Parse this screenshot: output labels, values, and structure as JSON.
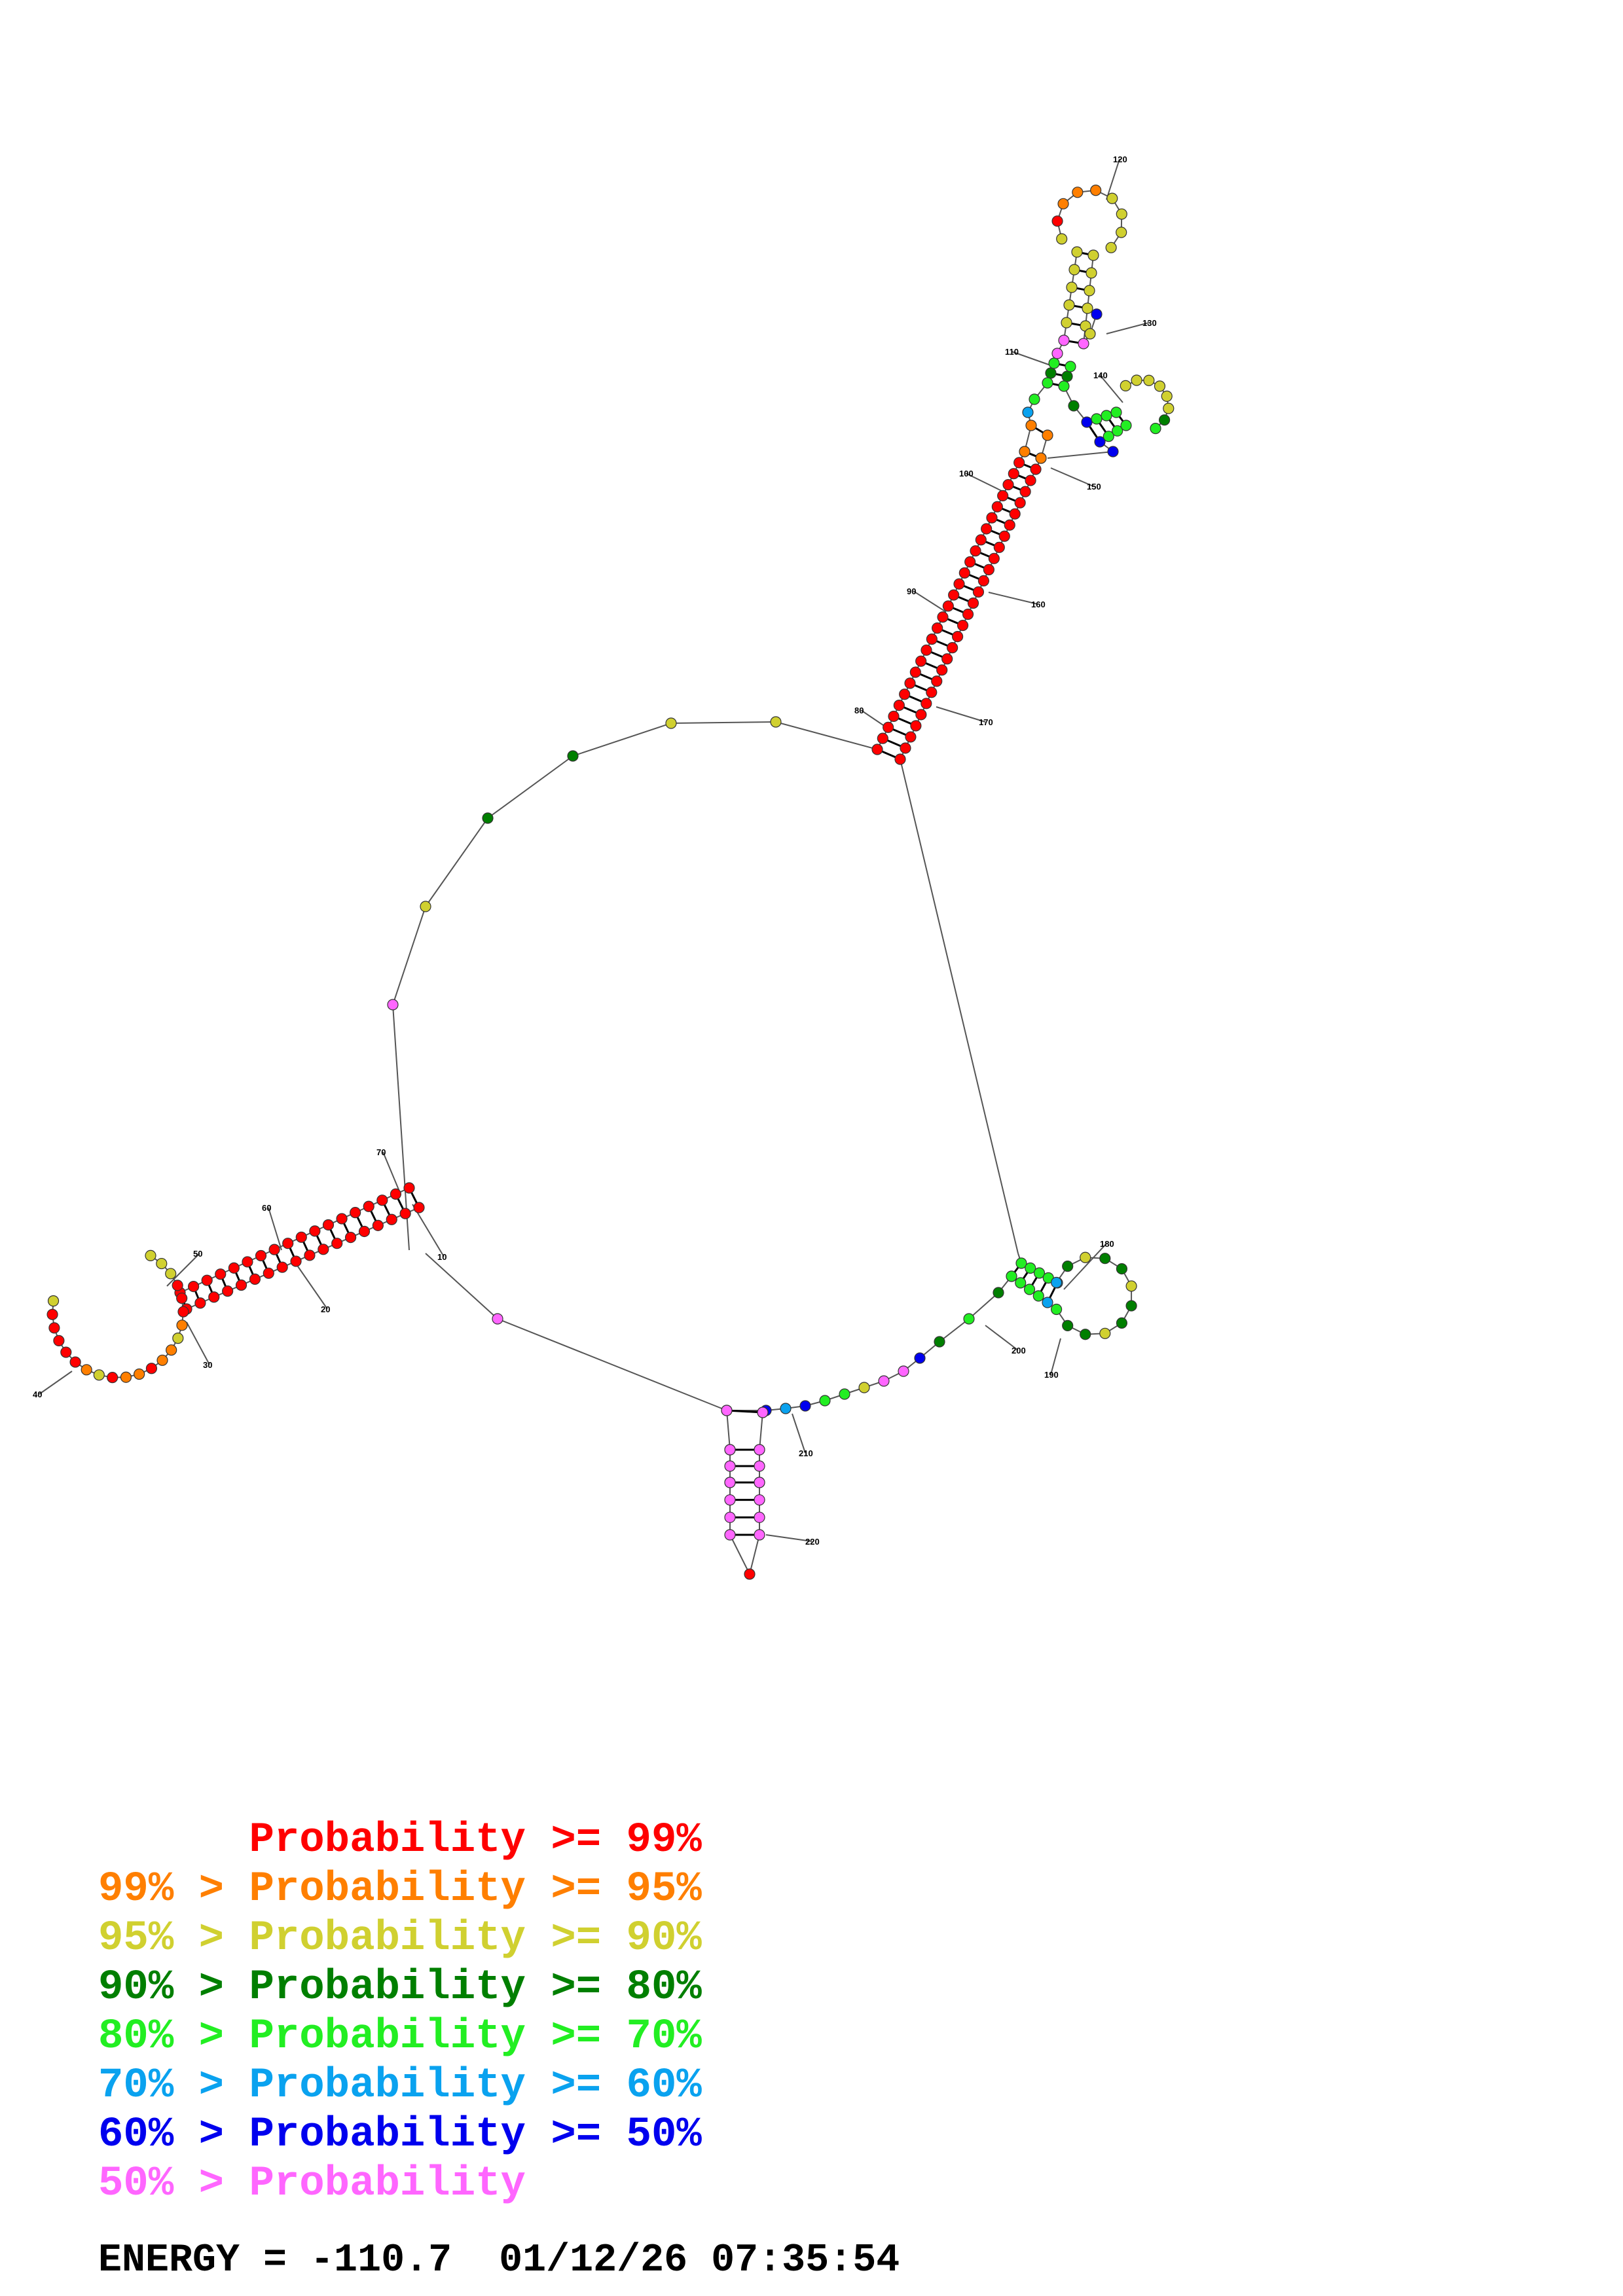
{
  "diagram": {
    "position_labels": [
      "10",
      "20",
      "30",
      "40",
      "50",
      "60",
      "70",
      "80",
      "90",
      "100",
      "110",
      "120",
      "130",
      "140",
      "150",
      "160",
      "170",
      "180",
      "190",
      "200",
      "210",
      "220"
    ]
  },
  "legend": [
    {
      "prefix": "",
      "text": "Probability >= 99%",
      "color": "#ff0000"
    },
    {
      "prefix": "99% > ",
      "text": "Probability >= 95%",
      "color": "#ff7f00"
    },
    {
      "prefix": "95% > ",
      "text": "Probability >= 90%",
      "color": "#d0d030"
    },
    {
      "prefix": "90% > ",
      "text": "Probability >= 80%",
      "color": "#007f00"
    },
    {
      "prefix": "80% > ",
      "text": "Probability >= 70%",
      "color": "#22ee22"
    },
    {
      "prefix": "70% > ",
      "text": "Probability >= 60%",
      "color": "#0aa2ef"
    },
    {
      "prefix": "60% > ",
      "text": "Probability >= 50%",
      "color": "#0000ee"
    },
    {
      "prefix": "50% > ",
      "text": "Probability",
      "color": "#ff66ff"
    }
  ],
  "energy_line": "ENERGY = -110.7  01/12/26 07:35:54"
}
